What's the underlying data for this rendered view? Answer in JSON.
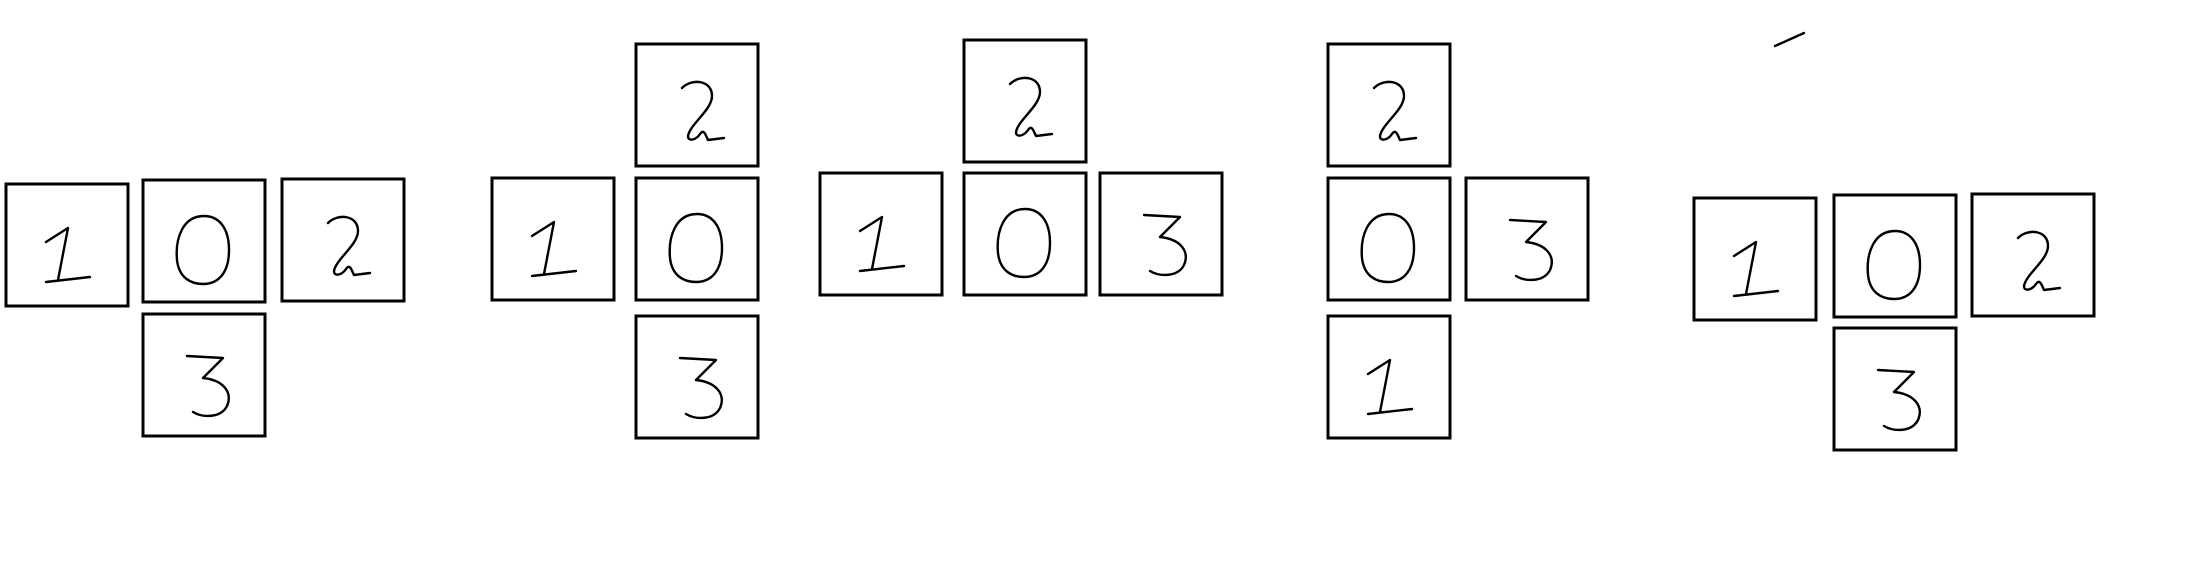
{
  "diagram": {
    "colors": {
      "background": "#ffffff",
      "stroke": "#000000"
    },
    "layouts": [
      {
        "name": "layout-1",
        "tiles": [
          "1",
          "0",
          "2",
          "3"
        ]
      },
      {
        "name": "layout-2",
        "tiles": [
          "2",
          "1",
          "0",
          "3"
        ]
      },
      {
        "name": "layout-3",
        "tiles": [
          "2",
          "1",
          "0",
          "3"
        ]
      },
      {
        "name": "layout-4",
        "tiles": [
          "2",
          "0",
          "3",
          "1"
        ]
      },
      {
        "name": "layout-5",
        "tiles": [
          "1",
          "0",
          "2",
          "3"
        ]
      }
    ]
  }
}
